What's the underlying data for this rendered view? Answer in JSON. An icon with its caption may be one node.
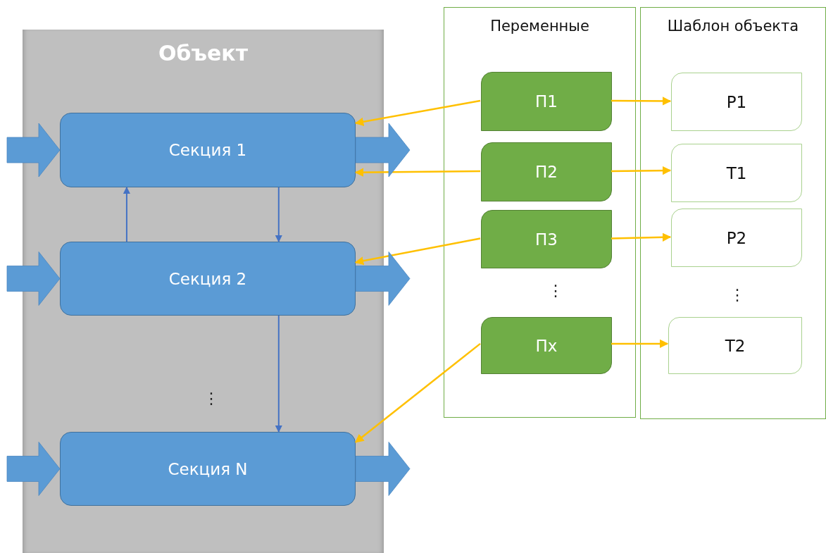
{
  "diagram": {
    "nodes": [
      {
        "text": [
          "Объект"
        ]
      },
      {
        "text": [
          "Секция 1"
        ],
        "in": 0
      },
      {
        "text": [
          "Секция 2"
        ],
        "in": 0
      },
      {
        "text": [
          "Секция N"
        ],
        "in": 0
      },
      {
        "text": [
          "Переменные"
        ]
      },
      {
        "text": [
          "П1"
        ],
        "in": 4
      },
      {
        "text": [
          "П2"
        ],
        "in": 4
      },
      {
        "text": [
          "П3"
        ],
        "in": 4
      },
      {
        "text": [
          "Пх"
        ],
        "in": 4
      },
      {
        "text": [
          "Шаблон объекта"
        ]
      },
      {
        "text": [
          "P1"
        ],
        "in": 9
      },
      {
        "text": [
          "T1"
        ],
        "in": 9
      },
      {
        "text": [
          "P2"
        ],
        "in": 9
      },
      {
        "text": [
          "T2"
        ],
        "in": 9
      }
    ],
    "edges": [
      {
        "from": 5,
        "to": 1,
        "arrow": "to"
      },
      {
        "from": 6,
        "to": 1,
        "arrow": "to"
      },
      {
        "from": 7,
        "to": 2,
        "arrow": "to"
      },
      {
        "from": 8,
        "to": 3,
        "arrow": "to"
      },
      {
        "from": 5,
        "to": 10,
        "arrow": "to"
      },
      {
        "from": 6,
        "to": 11,
        "arrow": "to"
      },
      {
        "from": 7,
        "to": 12,
        "arrow": "to"
      },
      {
        "from": 8,
        "to": 13,
        "arrow": "to"
      },
      {
        "from": 2,
        "to": 1,
        "arrow": "to",
        "color": "#4472c4"
      },
      {
        "from": 1,
        "to": 2,
        "arrow": "to",
        "color": "#4472c4"
      },
      {
        "from": 2,
        "to": 3,
        "arrow": "to",
        "color": "#4472c4"
      },
      {
        "from": null,
        "to": 1,
        "arrow": "to",
        "style": "thick",
        "color": "#5b9bd5"
      },
      {
        "from": 1,
        "to": null,
        "arrow": "to",
        "style": "thick",
        "color": "#5b9bd5"
      },
      {
        "from": null,
        "to": 2,
        "arrow": "to",
        "style": "thick",
        "color": "#5b9bd5"
      },
      {
        "from": 2,
        "to": null,
        "arrow": "to",
        "style": "thick",
        "color": "#5b9bd5"
      },
      {
        "from": null,
        "to": 3,
        "arrow": "to",
        "style": "thick",
        "color": "#5b9bd5"
      },
      {
        "from": 3,
        "to": null,
        "arrow": "to",
        "style": "thick",
        "color": "#5b9bd5"
      }
    ],
    "labels": [
      "⋮",
      "⋮",
      "⋮"
    ]
  }
}
